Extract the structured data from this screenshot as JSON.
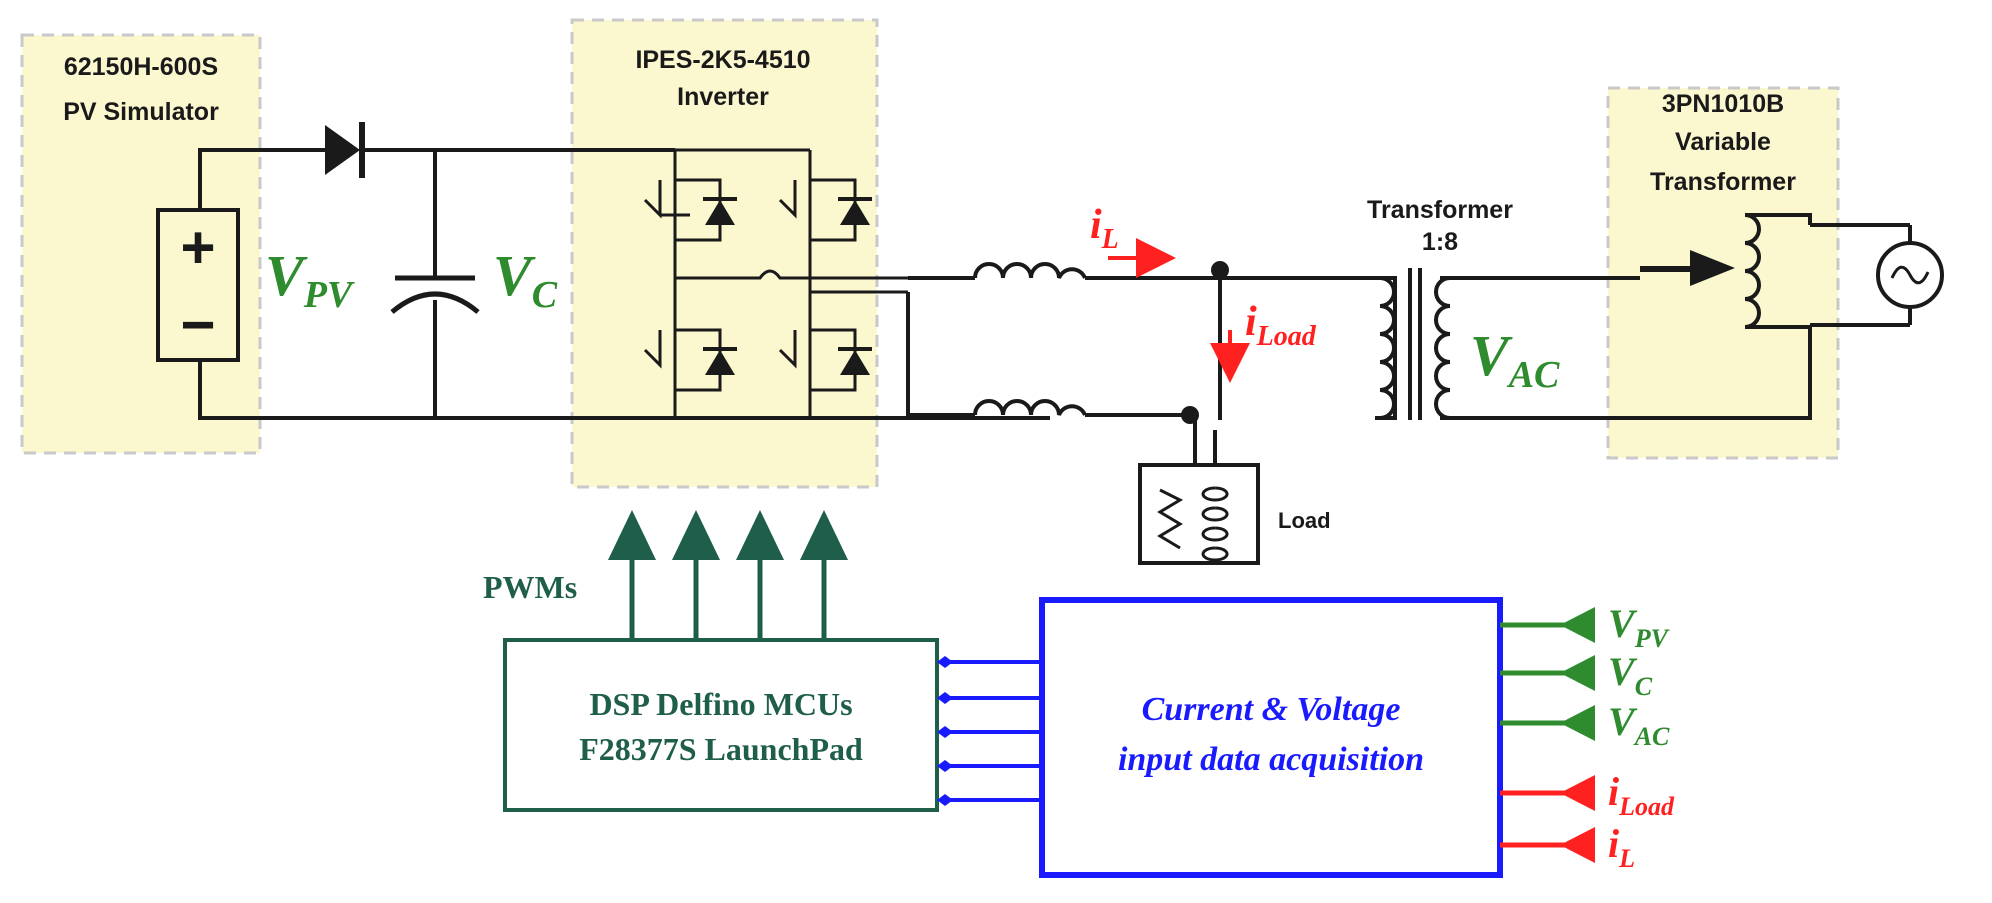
{
  "colors": {
    "highlight": "#fbf7cf",
    "wire": "#1a1a1a",
    "voltage": "#2e8b2e",
    "current": "#ff2020",
    "pwm": "#1f5e4a",
    "acq_box": "#1a1aff"
  },
  "blocks": {
    "pv_simulator": {
      "line1": "62150H-600S",
      "line2": "PV Simulator"
    },
    "inverter": {
      "line1": "IPES-2K5-4510",
      "line2": "Inverter"
    },
    "variable_transformer": {
      "line1": "3PN1010B",
      "line2": "Variable",
      "line3": "Transformer"
    },
    "transformer": {
      "line1": "Transformer",
      "line2": "1:8"
    },
    "load": "Load",
    "pwms": "PWMs",
    "dsp": {
      "line1": "DSP Delfino MCUs",
      "line2": "F28377S LaunchPad"
    },
    "acquisition": {
      "line1": "Current & Voltage",
      "line2": "input data acquisition"
    }
  },
  "symbols": {
    "vpv": {
      "main": "V",
      "sub": "PV"
    },
    "vc": {
      "main": "V",
      "sub": "C"
    },
    "vac": {
      "main": "V",
      "sub": "AC"
    },
    "il": {
      "main": "i",
      "sub": "L"
    },
    "iload": {
      "main": "i",
      "sub": "Load"
    },
    "plus": "+",
    "minus": "−"
  },
  "inputs": [
    {
      "main": "V",
      "sub": "PV",
      "color": "#2e8b2e"
    },
    {
      "main": "V",
      "sub": "C",
      "color": "#2e8b2e"
    },
    {
      "main": "V",
      "sub": "AC",
      "color": "#2e8b2e"
    },
    {
      "main": "i",
      "sub": "Load",
      "color": "#ff2020"
    },
    {
      "main": "i",
      "sub": "L",
      "color": "#ff2020"
    }
  ]
}
